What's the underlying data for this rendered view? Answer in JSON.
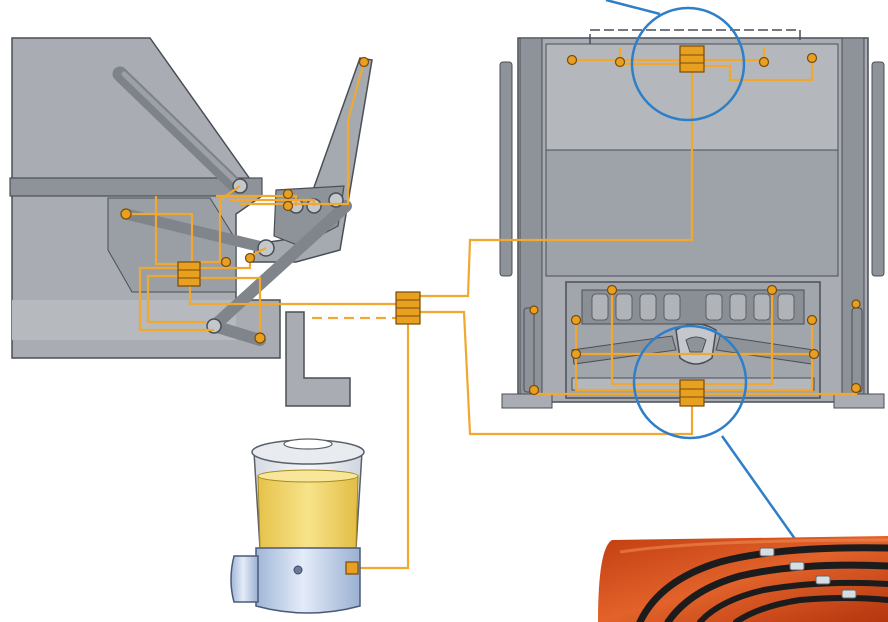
{
  "diagram": {
    "description_visible_text": "",
    "components": [
      {
        "id": "side-view",
        "kind": "machine-side-view"
      },
      {
        "id": "front-view",
        "kind": "machine-front-view"
      },
      {
        "id": "pump-reservoir",
        "kind": "grease-pump"
      },
      {
        "id": "distributor-left",
        "kind": "progressive-distributor"
      },
      {
        "id": "distributor-main",
        "kind": "progressive-distributor"
      },
      {
        "id": "distributor-top",
        "kind": "progressive-distributor"
      },
      {
        "id": "distributor-bottom",
        "kind": "progressive-distributor"
      },
      {
        "id": "detail-photo",
        "kind": "photo-inset"
      }
    ],
    "colors": {
      "machine_body": "#a9adb3",
      "machine_light": "#c4c8cd",
      "machine_dark": "#7e838a",
      "outline": "#4a4f56",
      "lube_line": "#f0a830",
      "lube_fitting": "#e8a020",
      "zoom_circle": "#2f7fc8",
      "grease_fill": "#f2d66a",
      "pump_body": "#c9d8ee",
      "photo_orange": "#d4501a"
    },
    "icons": [
      "lube-point-icon",
      "distributor-block-icon",
      "zoom-circle-icon"
    ]
  }
}
